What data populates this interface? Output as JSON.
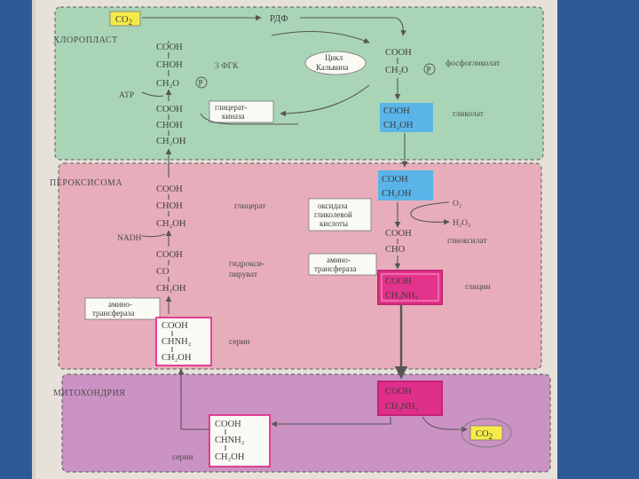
{
  "zones": {
    "chloroplast": "ХЛОРОПЛАСТ",
    "peroxisome": "ПЕРОКСИСОМА",
    "mitochondria": "МИТОХОНДРИЯ"
  },
  "chloroplast": {
    "co2": "CO",
    "co2_sub": "2",
    "rdf": "РДФ",
    "calvin_line1": "Цикл",
    "calvin_line2": "Кальвина",
    "pga": "3 ФГК",
    "atp": "АТР",
    "glycerate_kinase_line1": "глицерат-",
    "glycerate_kinase_line2": "киназа",
    "phosphoglycolate": "фосфогликолат",
    "glycolate": "гликолат",
    "pga_formula": [
      "COOH",
      "CHOH",
      "CH₂O"
    ],
    "glycerate_formula": [
      "COOH",
      "CHOH",
      "CH₂OH"
    ],
    "phosphoglycolate_formula": [
      "COOH",
      "CH₂O"
    ],
    "glycolate_formula": [
      "COOH",
      "CH₂OH"
    ],
    "p": "P"
  },
  "peroxisome": {
    "glycerate": "глицерат",
    "nadh": "NADH",
    "hydroxypyruvate_line1": "гидрокси-",
    "hydroxypyruvate_line2": "пируват",
    "aminotransferase_left_line1": "амино-",
    "aminotransferase_left_line2": "трансфераза",
    "serine": "серин",
    "oxidase_line1": "оксидаза",
    "oxidase_line2": "гликолевой",
    "oxidase_line3": "кислоты",
    "o2": "O₂",
    "h2o2": "H₂O₂",
    "glyoxylate": "глиоксилат",
    "aminotransferase_right_line1": "амино-",
    "aminotransferase_right_line2": "трансфераза",
    "glycine": "глицин",
    "glycerate_formula": [
      "COOH",
      "CHOH",
      "CH₂OH"
    ],
    "hydroxypyruvate_formula": [
      "COOH",
      "CO",
      "CH₂OH"
    ],
    "serine_formula": [
      "COOH",
      "CHNH₂",
      "CH₂OH"
    ],
    "glycolate_formula": [
      "COOH",
      "CH₂OH"
    ],
    "glyoxylate_formula": [
      "COOH",
      "CHO"
    ],
    "glycine_formula": [
      "COOH",
      "CH₂NH₂"
    ]
  },
  "mitochondria": {
    "serine": "серин",
    "co2": "CO",
    "co2_sub": "2",
    "glycine_formula": [
      "COOH",
      "CH₂NH₂"
    ],
    "serine_formula": [
      "COOH",
      "CHNH₂",
      "CH₂OH"
    ]
  },
  "colors": {
    "chloroplast": "#9fd3b0",
    "peroxisome": "#e7a4b6",
    "mitochondria": "#c98ac2",
    "blue_box": "#5ab4e8",
    "magenta_box": "#e41e82",
    "yellow": "#f5ea4a"
  }
}
